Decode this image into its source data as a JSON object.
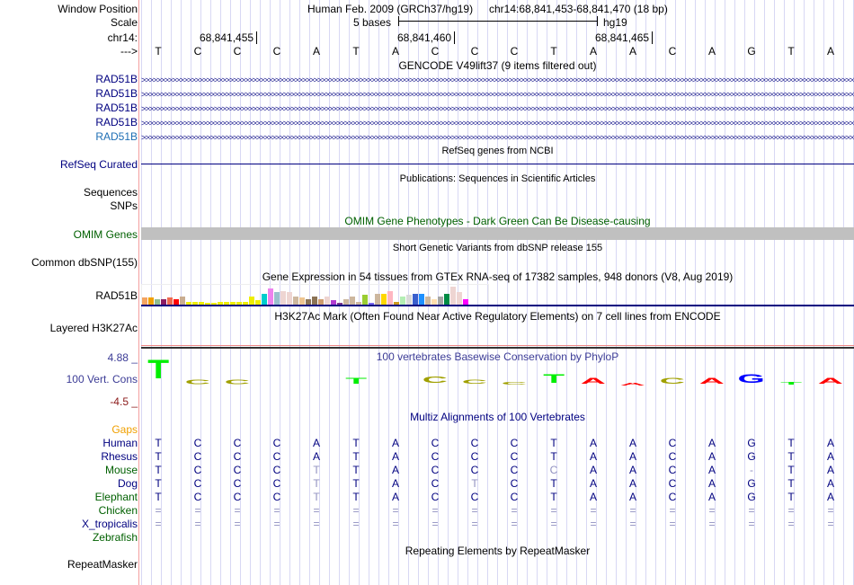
{
  "header": {
    "window_position_label": "Window Position",
    "assembly": "Human Feb. 2009 (GRCh37/hg19)",
    "position": "chr14:68,841,453-68,841,470 (18 bp)",
    "scale_label": "Scale",
    "scale_text": "5 bases",
    "scale_db": "hg19",
    "chrom_label": "chr14:",
    "ticks": [
      "68,841,455",
      "68,841,460",
      "68,841,465"
    ],
    "strand_label": "--->",
    "bases": [
      "T",
      "C",
      "C",
      "C",
      "A",
      "T",
      "A",
      "C",
      "C",
      "C",
      "T",
      "A",
      "A",
      "C",
      "A",
      "G",
      "T",
      "A"
    ]
  },
  "gencode": {
    "title": "GENCODE V49lift37 (9 items filtered out)",
    "items": [
      "RAD51B",
      "RAD51B",
      "RAD51B",
      "RAD51B",
      "RAD51B"
    ]
  },
  "refseq": {
    "title": "RefSeq genes from NCBI",
    "label": "RefSeq Curated"
  },
  "pubs": {
    "title": "Publications: Sequences in Scientific Articles",
    "labels": [
      "Sequences",
      "SNPs"
    ]
  },
  "omim": {
    "title": "OMIM Gene Phenotypes - Dark Green Can Be Disease-causing",
    "label": "OMIM Genes"
  },
  "dbsnp": {
    "title": "Short Genetic Variants from dbSNP release 155",
    "label": "Common dbSNP(155)"
  },
  "gtex": {
    "title": "Gene Expression in 54 tissues from GTEx RNA-seq of 17382 samples, 948 donors (V8, Aug 2019)",
    "label": "RAD51B",
    "bars": [
      [
        5,
        "#f4a460"
      ],
      [
        5,
        "#f0a000"
      ],
      [
        4,
        "#8fbc8f"
      ],
      [
        4,
        "#8b1c62"
      ],
      [
        5,
        "#ee6a50"
      ],
      [
        4,
        "#ff0000"
      ],
      [
        6,
        "#c9ad90"
      ],
      [
        2,
        "#eeee00"
      ],
      [
        2,
        "#eeee00"
      ],
      [
        2,
        "#eeee00"
      ],
      [
        1.5,
        "#eeee00"
      ],
      [
        1.5,
        "#eeee00"
      ],
      [
        2,
        "#eeee00"
      ],
      [
        2,
        "#eeee00"
      ],
      [
        2,
        "#eeee00"
      ],
      [
        2,
        "#eeee00"
      ],
      [
        2,
        "#eeee00"
      ],
      [
        6,
        "#eeee00"
      ],
      [
        3,
        "#eeee00"
      ],
      [
        8,
        "#00cdcd"
      ],
      [
        12,
        "#ee82ee"
      ],
      [
        9,
        "#9ac0cd"
      ],
      [
        10,
        "#eed5d2"
      ],
      [
        9,
        "#eed5d2"
      ],
      [
        6,
        "#cdb79e"
      ],
      [
        5,
        "#eec591"
      ],
      [
        4,
        "#8b7355"
      ],
      [
        6,
        "#8b7355"
      ],
      [
        4,
        "#cd9b6d"
      ],
      [
        6,
        "#eed5d2"
      ],
      [
        3,
        "#b03bd0"
      ],
      [
        1,
        "#7a378b"
      ],
      [
        4,
        "#cdb79e"
      ],
      [
        6,
        "#cdb79e"
      ],
      [
        2,
        "#cdb79e"
      ],
      [
        7,
        "#9acd32"
      ],
      [
        1,
        "#7a67ee"
      ],
      [
        8,
        "#cdb79e"
      ],
      [
        8,
        "#ffd700"
      ],
      [
        10,
        "#ffb6c1"
      ],
      [
        2,
        "#cd9b1d"
      ],
      [
        6,
        "#b4eeb4"
      ],
      [
        7,
        "#d9d9d9"
      ],
      [
        8,
        "#3a5fcd"
      ],
      [
        8,
        "#1e90ff"
      ],
      [
        6,
        "#cdb79e"
      ],
      [
        4,
        "#ffdead"
      ],
      [
        6,
        "#a6a6a6"
      ],
      [
        8,
        "#008b45"
      ],
      [
        13,
        "#eed5d2"
      ],
      [
        9,
        "#eed5d2"
      ],
      [
        4,
        "#ff00ff"
      ]
    ]
  },
  "h3k27ac": {
    "title": "H3K27Ac Mark (Often Found Near Active Regulatory Elements) on 7 cell lines from ENCODE",
    "label": "Layered H3K27Ac"
  },
  "phylop": {
    "title": "100 vertebrates Basewise Conservation by PhyloP",
    "label": "100 Vert. Cons",
    "max": "4.88 _",
    "min": "-4.5 _",
    "scores": [
      1.0,
      0.25,
      0.25,
      0,
      0,
      0.3,
      0,
      0.35,
      0.2,
      0.15,
      0.45,
      0.3,
      0.05,
      0.3,
      0.3,
      0.45,
      0.15,
      0.3
    ]
  },
  "multiz": {
    "title": "Multiz Alignments of 100 Vertebrates",
    "gaps_label": "Gaps",
    "species": [
      {
        "name": "Human",
        "color": "#000080",
        "seq": [
          "T",
          "C",
          "C",
          "C",
          "A",
          "T",
          "A",
          "C",
          "C",
          "C",
          "T",
          "A",
          "A",
          "C",
          "A",
          "G",
          "T",
          "A"
        ]
      },
      {
        "name": "Rhesus",
        "color": "#000080",
        "seq": [
          "T",
          "C",
          "C",
          "C",
          "A",
          "T",
          "A",
          "C",
          "C",
          "C",
          "T",
          "A",
          "A",
          "C",
          "A",
          "G",
          "T",
          "A"
        ]
      },
      {
        "name": "Mouse",
        "color": "#006000",
        "seq": [
          "T",
          "C",
          "C",
          "C",
          "T*",
          "T",
          "A",
          "C",
          "C",
          "C",
          "C*",
          "A",
          "A",
          "C",
          "A",
          "-",
          "T",
          "A"
        ]
      },
      {
        "name": "Dog",
        "color": "#000080",
        "seq": [
          "T",
          "C",
          "C",
          "C",
          "T*",
          "T",
          "A",
          "C",
          "T*",
          "C",
          "T",
          "A",
          "A",
          "C",
          "A",
          "G",
          "T",
          "A"
        ]
      },
      {
        "name": "Elephant",
        "color": "#006000",
        "seq": [
          "T",
          "C",
          "C",
          "C",
          "T*",
          "T",
          "A",
          "C",
          "C",
          "C",
          "T",
          "A",
          "A",
          "C",
          "A",
          "G",
          "T",
          "A"
        ]
      },
      {
        "name": "Chicken",
        "color": "#006000",
        "seq": [
          "=",
          "=",
          "=",
          "=",
          "=",
          "=",
          "=",
          "=",
          "=",
          "=",
          "=",
          "=",
          "=",
          "=",
          "=",
          "=",
          "=",
          "="
        ]
      },
      {
        "name": "X_tropicalis",
        "color": "#000080",
        "seq": [
          "=",
          "=",
          "=",
          "=",
          "=",
          "=",
          "=",
          "=",
          "=",
          "=",
          "=",
          "=",
          "=",
          "=",
          "=",
          "=",
          "=",
          "="
        ]
      },
      {
        "name": "Zebrafish",
        "color": "#006000",
        "seq": []
      }
    ]
  },
  "repeatmasker": {
    "title": "Repeating Elements by RepeatMasker",
    "label": "RepeatMasker"
  }
}
